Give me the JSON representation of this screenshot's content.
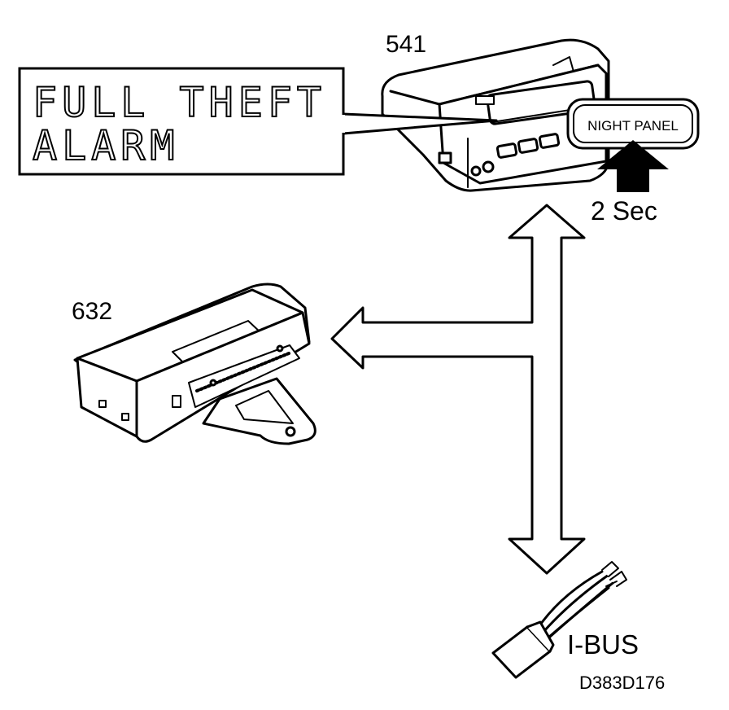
{
  "labels": {
    "radio_number": "541",
    "module_number": "632",
    "display_line1": "FULL THEFT",
    "display_line2": "ALARM",
    "button_label": "NIGHT PANEL",
    "press_time": "2 Sec",
    "bus_label": "I-BUS",
    "figure_id": "D383D176"
  },
  "colors": {
    "ink": "#000000",
    "paper": "#ffffff"
  }
}
